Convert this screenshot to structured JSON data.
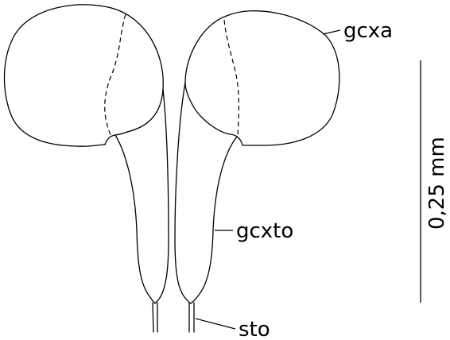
{
  "labels": {
    "gland_a": "gcxa",
    "gland_to": "gcxto",
    "sto": "sto",
    "scale": "0,25 mm"
  },
  "colors": {
    "stroke": "#000000",
    "background": "#ffffff"
  }
}
